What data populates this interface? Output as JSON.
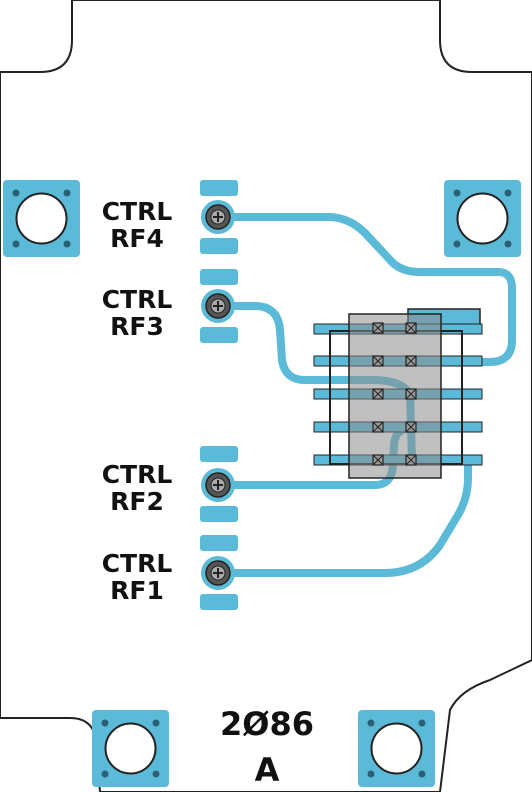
{
  "colors": {
    "copper": "#5bbad8",
    "copper_dark": "#2f8fb0",
    "outline": "#222222",
    "chip_body": "#9a9a9a",
    "board": "#ffffff"
  },
  "labels": {
    "rf4": {
      "line1": "CTRL",
      "line2": "RF4"
    },
    "rf3": {
      "line1": "CTRL",
      "line2": "RF3"
    },
    "rf2": {
      "line1": "CTRL",
      "line2": "RF2"
    },
    "rf1": {
      "line1": "CTRL",
      "line2": "RF1"
    }
  },
  "board_id": "2Ø86",
  "revision": "A"
}
